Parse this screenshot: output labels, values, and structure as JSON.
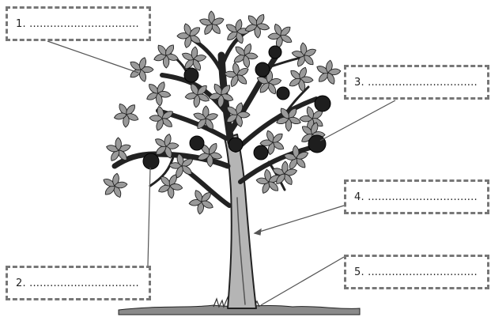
{
  "labels": [
    {
      "id": 1,
      "text": "1. ................................"
    },
    {
      "id": 2,
      "text": "2. ................................"
    },
    {
      "id": 3,
      "text": "3. ................................"
    },
    {
      "id": 4,
      "text": "4. ................................"
    },
    {
      "id": 5,
      "text": "5. ................................"
    }
  ],
  "colors": {
    "outline": "#222222",
    "fruit": "#1e1e1e",
    "leaf": "#9a9a9a",
    "trunk": "#aaaaaa",
    "box_border": "#777777",
    "pointer": "#555555"
  },
  "icons": {
    "figure": "fruit-tree-illustration",
    "fruit": "round-fruit-icon",
    "leaf": "leaf-cluster-icon"
  }
}
